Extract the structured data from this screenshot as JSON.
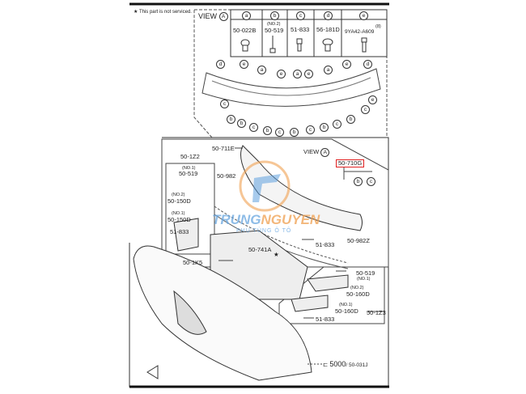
{
  "note": "This part is not serviced.",
  "view_a": {
    "title": "VIEW",
    "letter": "A",
    "columns": [
      {
        "key": "a",
        "part": "50-022B",
        "note": ""
      },
      {
        "key": "b",
        "part": "50-519",
        "note": "(NO.2)"
      },
      {
        "key": "c",
        "part": "51-833",
        "note": ""
      },
      {
        "key": "d",
        "part": "56-181D",
        "note": ""
      },
      {
        "key": "e",
        "part": "9YA42-A609",
        "note": "(8)"
      }
    ]
  },
  "parts": {
    "p711e": "50-711E",
    "view_label": "VIEW",
    "view_letter": "A",
    "p710g": "50-710G",
    "cb": "b",
    "cc": "c",
    "p1z2": "50-1Z2",
    "no1a": "(NO.1)",
    "p519a": "50-519",
    "no2a": "(NO.2)",
    "p150d_2": "50-150D",
    "no1b": "(NO.1)",
    "p150d_1": "50-150D",
    "p833a": "51-833",
    "p982": "50-982",
    "p833b": "51-833",
    "p982z": "50-982Z",
    "p741a": "50-741A",
    "p1k5": "50-1K5",
    "p519b": "50-519",
    "no1c": "(NO.1)",
    "no2b": "(NO.2)",
    "p160d_2": "50-160D",
    "no1d": "(NO.1)",
    "p160d_1": "50-160D",
    "p1z3": "50-1Z3",
    "p833c": "51-833",
    "p5000": "5000",
    "p031j": "/ 50-031J"
  },
  "watermark": {
    "brand_a": "TRUNG",
    "brand_b": "NGUYEN",
    "tagline": "PHỤ TÙNG Ô TÔ"
  },
  "colors": {
    "highlight": "#e02020",
    "watermark_blue": "#4f97dc",
    "watermark_orange": "#f0a050"
  }
}
